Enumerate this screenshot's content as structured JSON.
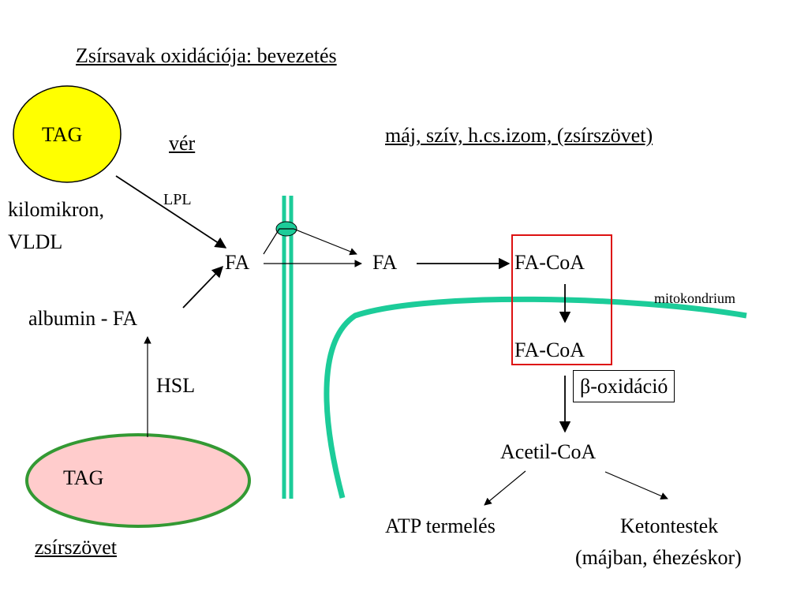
{
  "title": "Zsírsavak oxidációja: bevezetés",
  "tissue_label": "máj, szív, h.cs.izom, (zsírszövet)",
  "blood_label": "vér",
  "adipose_label": "zsírszövet",
  "tag_top": "TAG",
  "tag_bottom": "TAG",
  "kilomikron": "kilomikron,",
  "vldl": "VLDL",
  "lpl": "LPL",
  "fa_left": "FA",
  "fa_right": "FA",
  "albumin_fa": "albumin - FA",
  "hsl": "HSL",
  "facoa_top": "FA-CoA",
  "facoa_bottom": "FA-CoA",
  "mitokondrium": "mitokondrium",
  "beta_oxidation": "β-oxidáció",
  "acetil_coa": "Acetil-CoA",
  "atp": "ATP termelés",
  "ketone_line1": "Ketontestek",
  "ketone_line2": "(májban, éhezéskor)",
  "colors": {
    "tag_top_fill": "#ffff00",
    "tag_bottom_fill": "#ffcccc",
    "tag_bottom_stroke": "#339933",
    "membrane": "#1ccc99",
    "transporter": "#1ccc99",
    "highlight_box": "#dd1111"
  }
}
